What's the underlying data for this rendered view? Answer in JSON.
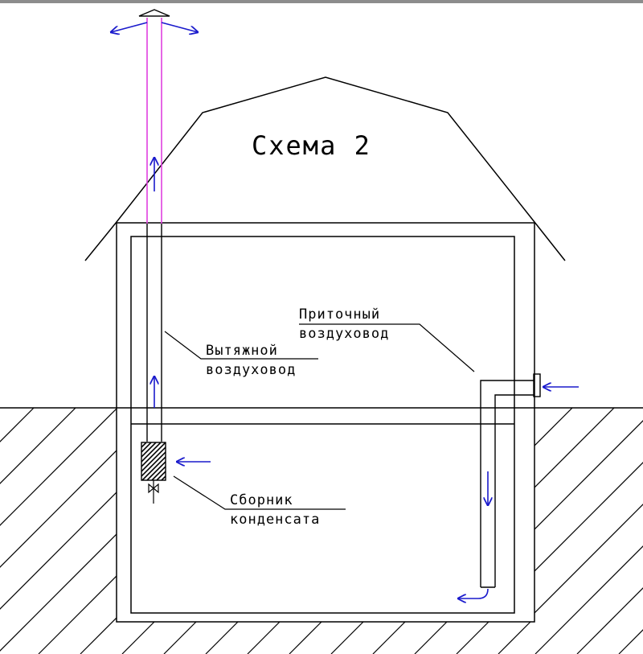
{
  "diagram": {
    "title": "Схема 2",
    "labels": {
      "exhaust_line1": "Вытяжной",
      "exhaust_line2": "воздуховод",
      "supply_line1": "Приточный",
      "supply_line2": "воздуховод",
      "collector_line1": "Сборник",
      "collector_line2": "конденсата"
    },
    "colors": {
      "line": "#000000",
      "arrow": "#1a1acc",
      "exhaust_pipe_top": "#e040e0",
      "frame": "#8c8c8c"
    }
  }
}
